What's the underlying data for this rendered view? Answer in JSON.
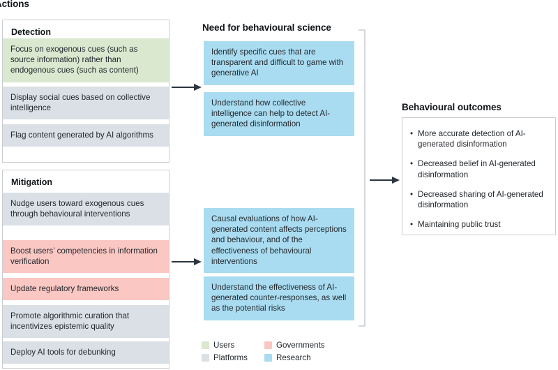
{
  "figure": {
    "title": "Actions",
    "columns": {
      "actions": "Actions",
      "need": "Need for behavioural science",
      "outcomes": "Behavioural outcomes"
    }
  },
  "detection": {
    "title": "Detection",
    "items": [
      {
        "text": "Focus on exogenous cues (such as source information) rather than endogenous cues (such as content)",
        "category": "Users",
        "color": "#d9e8cf"
      },
      {
        "text": "Display social cues based on collective intelligence",
        "category": "Platforms",
        "color": "#dbdfe6"
      },
      {
        "text": "Flag content generated by AI algorithms",
        "category": "Platforms",
        "color": "#dbdfe6"
      }
    ]
  },
  "mitigation": {
    "title": "Mitigation",
    "items": [
      {
        "text": "Nudge users toward exogenous cues through behavioural interventions",
        "category": "Platforms",
        "color": "#dbdfe6"
      },
      {
        "text": "Boost users’ competencies in information verification",
        "category": "Governments",
        "color": "#fac7c3"
      },
      {
        "text": "Update regulatory frameworks",
        "category": "Governments",
        "color": "#fac7c3"
      },
      {
        "text": "Promote algorithmic curation that incentivizes epistemic quality",
        "category": "Platforms",
        "color": "#dbdfe6"
      },
      {
        "text": "Deploy AI tools for debunking",
        "category": "Platforms",
        "color": "#dbdfe6"
      }
    ]
  },
  "need_for_behavioural_science": {
    "title": "Need for behavioural science",
    "items": [
      {
        "text": "Identify specific cues that are transparent and difficult to game with generative AI",
        "category": "Research",
        "color": "#a9dcf1"
      },
      {
        "text": "Understand how collective intelligence can help to detect AI-generated disinformation",
        "category": "Research",
        "color": "#a9dcf1"
      },
      {
        "text": "Causal evaluations of how AI-generated content affects perceptions and behaviour, and of the effectiveness of behavioural interventions",
        "category": "Research",
        "color": "#a9dcf1"
      },
      {
        "text": "Understand the effectiveness of AI-generated counter-responses, as well as the potential risks",
        "category": "Research",
        "color": "#a9dcf1"
      }
    ]
  },
  "behavioural_outcomes": {
    "title": "Behavioural outcomes",
    "bullet": "•",
    "items": [
      "More accurate detection of AI-generated disinformation",
      "Decreased belief in AI-generated disinformation",
      "Decreased sharing of AI-generated disinformation",
      "Maintaining public trust"
    ]
  },
  "legend": {
    "items": [
      {
        "label": "Users",
        "color": "#d9e8cf"
      },
      {
        "label": "Governments",
        "color": "#fac7c3"
      },
      {
        "label": "Platforms",
        "color": "#dbdfe6"
      },
      {
        "label": "Research",
        "color": "#a9dcf1"
      }
    ]
  },
  "connectors": {
    "arrow_color": "#2b3640",
    "bracket_color": "#c9cdd2",
    "arrows": [
      {
        "name": "detection-to-research"
      },
      {
        "name": "mitigation-to-research"
      },
      {
        "name": "research-to-outcomes"
      }
    ]
  }
}
